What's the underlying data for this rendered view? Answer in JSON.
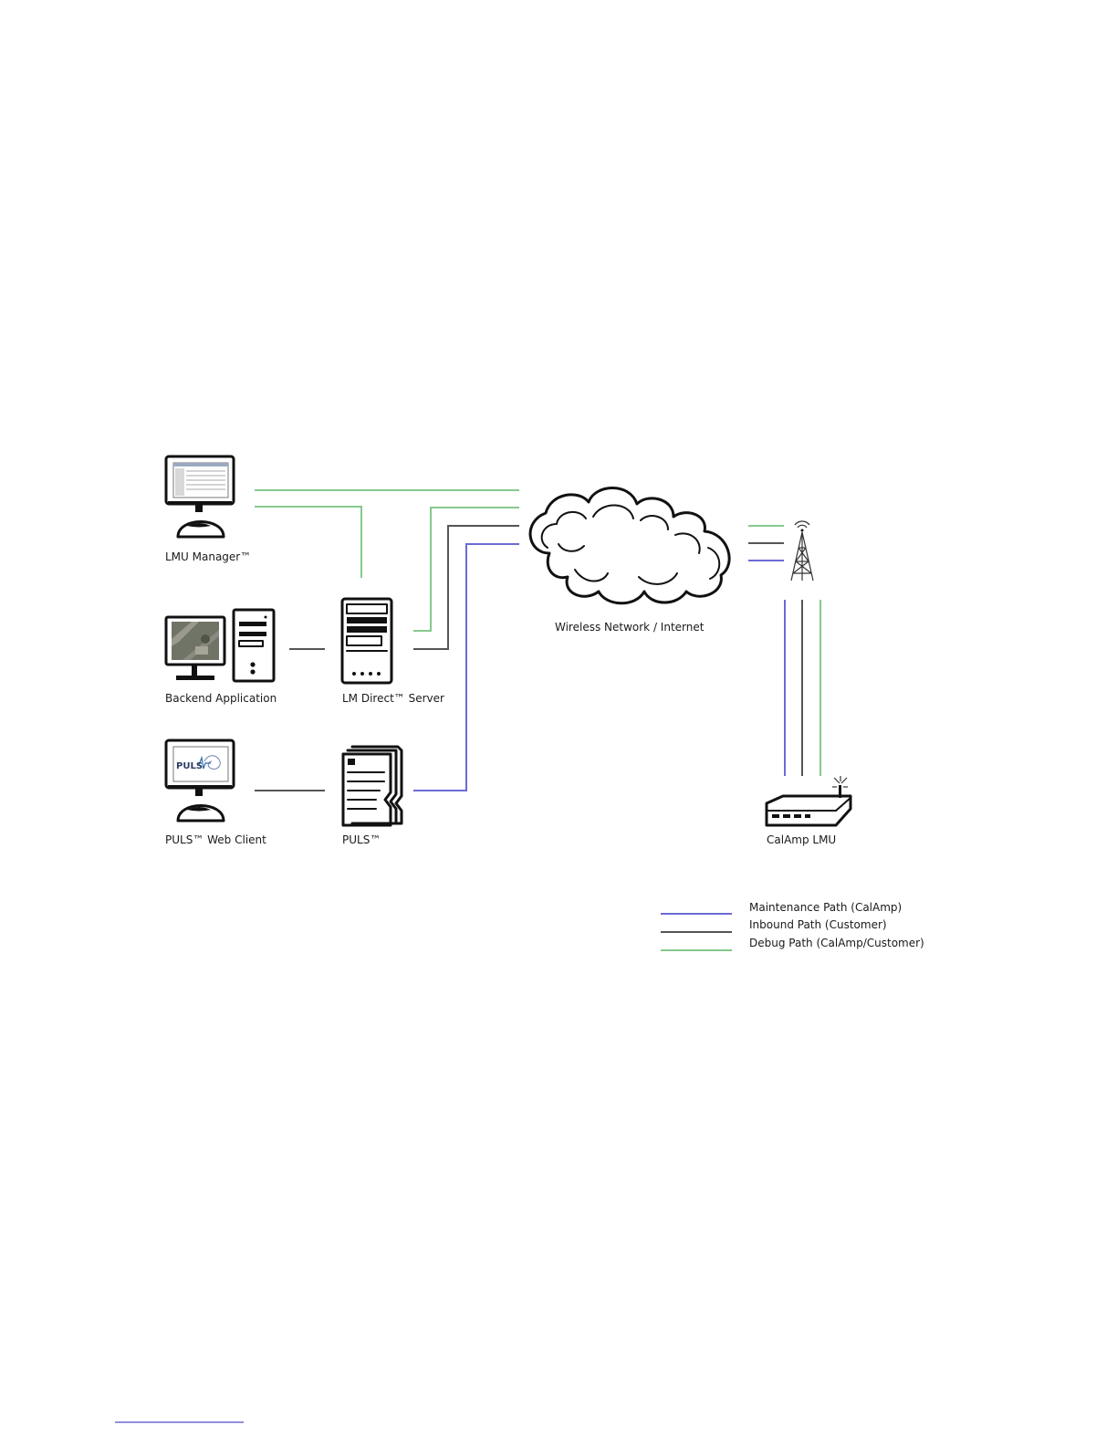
{
  "colors": {
    "maintenance": "#6b6bd6",
    "inbound": "#555555",
    "debug": "#86c98e"
  },
  "nodes": {
    "lmu_manager": "LMU Manager™",
    "backend_application": "Backend Application",
    "lm_direct_server": "LM Direct™ Server",
    "puls_web_client": "PULS™ Web Client",
    "puls": "PULS™",
    "wireless_network": "Wireless Network / Internet",
    "calamp_lmu": "CalAmp LMU"
  },
  "screen_text": {
    "puls_logo": "PULS"
  },
  "legend": {
    "maintenance": "Maintenance Path (CalAmp)",
    "inbound": "Inbound Path (Customer)",
    "debug": "Debug Path (CalAmp/Customer)"
  }
}
